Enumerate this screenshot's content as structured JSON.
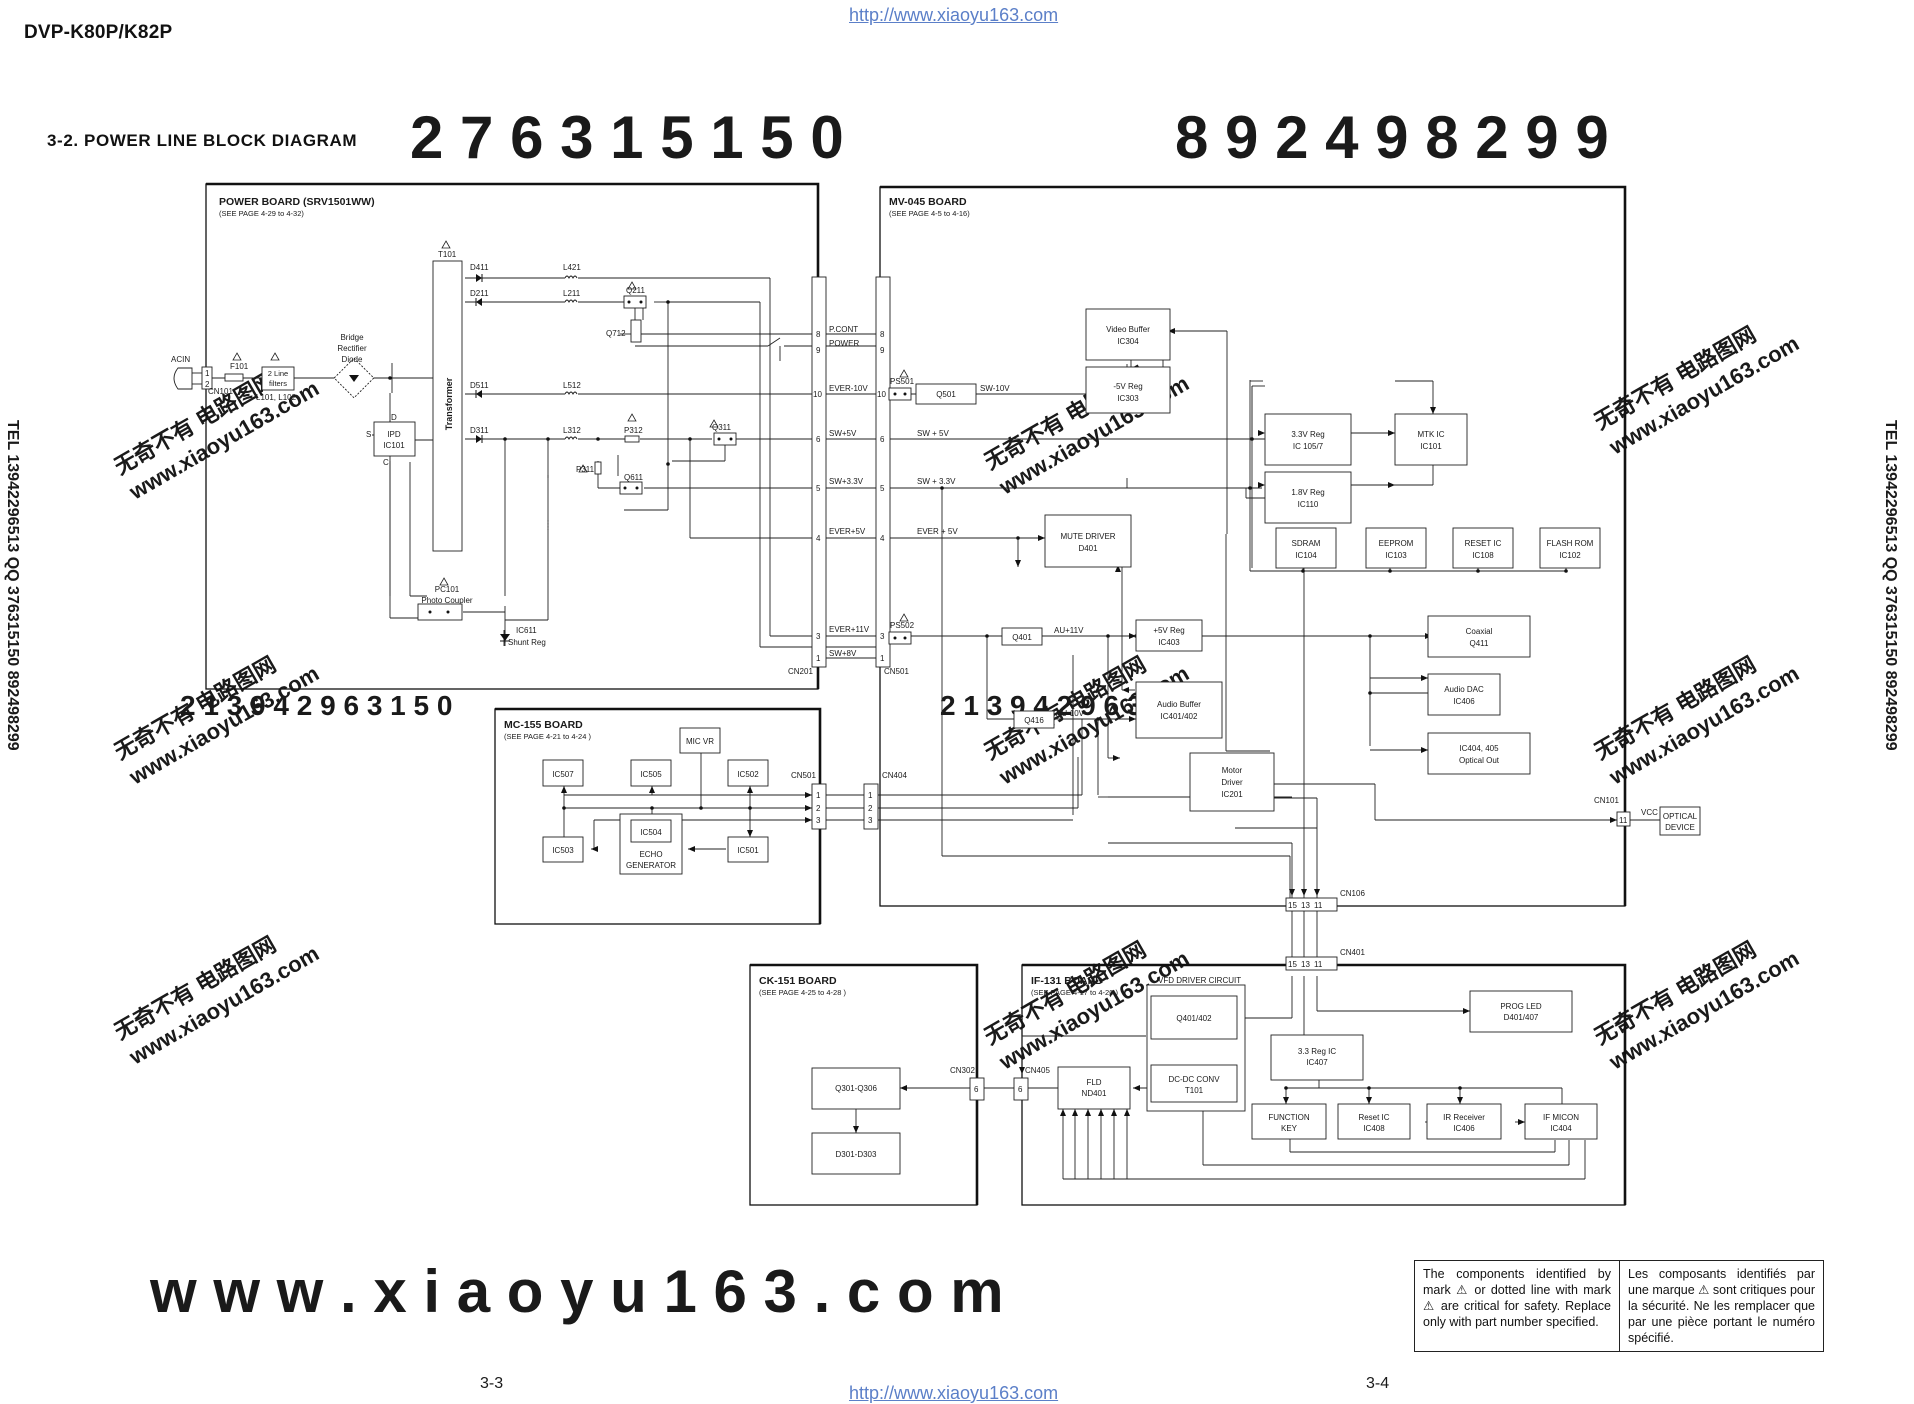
{
  "header": {
    "model": "DVP-K80P/K82P",
    "url_top": "http://www.xiaoyu163.com",
    "url_bottom": "http://www.xiaoyu163.com",
    "section_title": "3-2.   POWER LINE BLOCK DIAGRAM"
  },
  "watermarks": {
    "digits_top": "2 7 6 3 1 5 1 5 0",
    "digits_top_right": "8 9 2 4 9 8 2 9 9",
    "site": "w w w . x i a o y u 1 6 3 . c o m",
    "cn_mark": "无奇不有 电路图网",
    "cn_site": "www.xiaoyu163.com",
    "digits_mid": "2 1 3 9 4 2 9 6 3 1 5 0",
    "tel_vertical": "TEL 13942296513   QQ 376315150   892498299"
  },
  "boards": {
    "power": {
      "title": "POWER BOARD (SRV1501WW)",
      "sub": "(SEE PAGE 4-29 to 4-32)"
    },
    "mv045": {
      "title": "MV-045 BOARD",
      "sub": "(SEE PAGE 4-5 to 4-16)"
    },
    "mc155": {
      "title": "MC-155 BOARD",
      "sub": "(SEE PAGE 4-21 to 4-24 )"
    },
    "ck151": {
      "title": "CK-151 BOARD",
      "sub": "(SEE PAGE 4-25 to 4-28 )"
    },
    "if131": {
      "title": "IF-131 BOARD",
      "sub": "(SEE PAGE 4-17 to 4-20 )"
    }
  },
  "blocks": {
    "video_buffer": [
      "Video Buffer",
      "IC304"
    ],
    "reg5n": [
      "-5V Reg",
      "IC303"
    ],
    "reg33": [
      "3.3V Reg",
      "IC 105/7"
    ],
    "mtk": [
      "MTK IC",
      "IC101"
    ],
    "reg18": [
      "1.8V Reg",
      "IC110"
    ],
    "sdram": [
      "SDRAM",
      "IC104"
    ],
    "eeprom": [
      "EEPROM",
      "IC103"
    ],
    "reset_mv": [
      "RESET IC",
      "IC108"
    ],
    "flash": [
      "FLASH ROM",
      "IC102"
    ],
    "mute": [
      "MUTE DRIVER",
      "D401"
    ],
    "reg5p": [
      "+5V Reg",
      "IC403"
    ],
    "coaxial": [
      "Coaxial",
      "Q411"
    ],
    "audio_buffer": [
      "Audio Buffer",
      "IC401/402"
    ],
    "audio_dac": [
      "Audio DAC",
      "IC406"
    ],
    "optical_out": [
      "IC404, 405",
      "Optical Out"
    ],
    "motor": [
      "Motor",
      "Driver",
      "IC201"
    ],
    "optical_dev": [
      "OPTICAL",
      "DEVICE"
    ],
    "q501": [
      "Q501"
    ],
    "q401": [
      "Q401"
    ],
    "q416": [
      "Q416"
    ],
    "ipd": [
      "IPD",
      "IC101"
    ],
    "line_filters": [
      "2 Line",
      "filters"
    ],
    "ic507": [
      "IC507"
    ],
    "ic505": [
      "IC505"
    ],
    "ic502": [
      "IC502"
    ],
    "mic_vr": [
      "MIC VR"
    ],
    "ic504": [
      "IC504"
    ],
    "ic503": [
      "IC503"
    ],
    "ic501": [
      "IC501"
    ],
    "q301": [
      "Q301-Q306"
    ],
    "d301": [
      "D301-D303"
    ],
    "fld": [
      "FLD",
      "ND401"
    ],
    "q401_402": [
      "Q401/402"
    ],
    "dcdc": [
      "DC-DC CONV",
      "T101"
    ],
    "reg33if": [
      "3.3 Reg IC",
      "IC407"
    ],
    "prog_led": [
      "PROG LED",
      "D401/407"
    ],
    "func_key": [
      "FUNCTION",
      "KEY"
    ],
    "reset_if": [
      "Reset IC",
      "IC408"
    ],
    "ir": [
      "IR Receiver",
      "IC406"
    ],
    "if_micon": [
      "IF MICON",
      "IC404"
    ]
  },
  "labels": {
    "acin": "ACIN",
    "f101": "F101",
    "cn101": "CN101",
    "l101": "L101, L102",
    "bridge": "Bridge",
    "rectifier": "Rectifier",
    "diode": "Diode",
    "transformer": "Transformer",
    "t101": "T101",
    "d411": "D411",
    "d211": "D211",
    "d511": "D511",
    "d311": "D311",
    "l421": "L421",
    "l211": "L211",
    "l512": "L512",
    "l312": "L312",
    "q211": "Q211",
    "q712": "Q712",
    "p312": "P312",
    "p311": "P311",
    "q311": "Q311",
    "q611": "Q611",
    "pc101": "PC101",
    "photo": "Photo Coupler",
    "ic611": "IC611",
    "shunt": "Shunt Reg",
    "s": "S",
    "d": "D",
    "c": "C",
    "pcont": "P.CONT",
    "power": "POWER",
    "ever10": "EVER-10V",
    "sw5": "SW+5V",
    "sw33": "SW+3.3V",
    "ever5": "EVER+5V",
    "ever11": "EVER+11V",
    "sw8": "SW+8V",
    "cn201": "CN201",
    "cn501": "CN501",
    "ps501": "PS501",
    "ps502": "PS502",
    "sw10v": "SW-10V",
    "sw_5": "SW + 5V",
    "sw_33": "SW + 3.3V",
    "ever_5": "EVER + 5V",
    "au11": "AU+11V",
    "au10": "AU-10V",
    "cn404": "CN404",
    "cn501mc": "CN501",
    "cn101mv": "CN101",
    "vcc": "VCC",
    "cn106": "CN106",
    "cn401": "CN401",
    "cn302": "CN302",
    "cn405": "CN405",
    "vfd": "VFD DRIVER CIRCUIT",
    "echo1": "ECHO",
    "echo2": "GENERATOR",
    "pin8": "8",
    "pin9": "9",
    "pin10": "10",
    "pin6": "6",
    "pin5": "5",
    "pin4": "4",
    "pin3": "3",
    "pin1": "1",
    "pin2": "2",
    "pin11": "11",
    "pin15": "15",
    "pin13": "13"
  },
  "note": {
    "en": "The components identified by mark ⚠ or dotted line with mark ⚠ are critical for safety. Replace only with part number specified.",
    "fr": "Les composants identifiés par une marque ⚠ sont critiques pour la sécurité. Ne les remplacer que par une pièce portant le numéro spécifié."
  },
  "pages": {
    "left": "3-3",
    "right": "3-4"
  }
}
